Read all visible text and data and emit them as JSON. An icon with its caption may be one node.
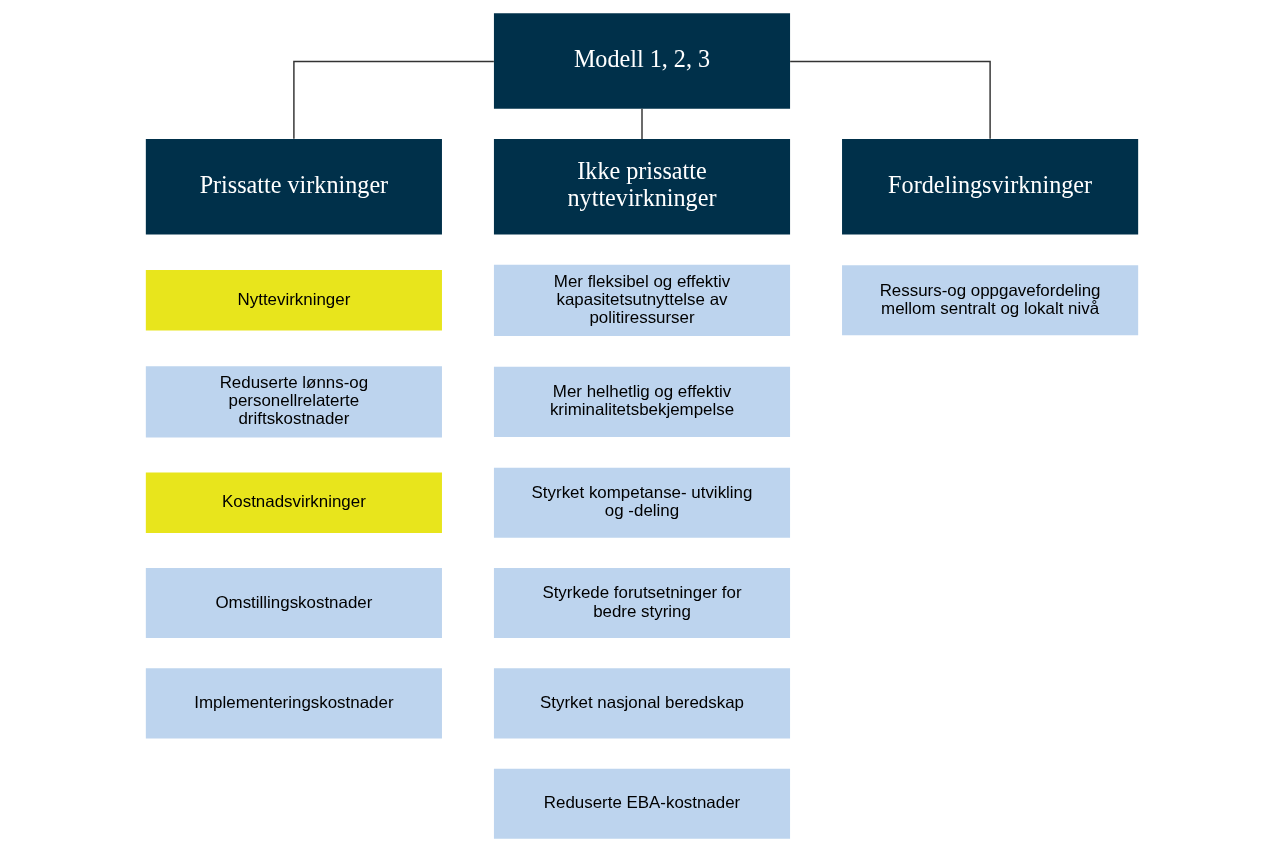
{
  "diagram": {
    "nodes": [
      {
        "text": [
          "Modell 1, 2, 3"
        ]
      },
      {
        "text": [
          "Prissatte virkninger"
        ]
      },
      {
        "text": [
          "Ikke prissatte nyttevirkninger"
        ]
      },
      {
        "text": [
          "Fordelingsvirkninger"
        ]
      },
      {
        "text": [
          "Nyttevirkninger"
        ]
      },
      {
        "text": [
          "Reduserte lønns-og personellrelaterte driftskostnader"
        ]
      },
      {
        "text": [
          "Kostnadsvirkninger"
        ]
      },
      {
        "text": [
          "Omstillingskostnader"
        ]
      },
      {
        "text": [
          "Implementeringskostnader"
        ]
      },
      {
        "text": [
          "Mer fleksibel og effektiv kapasitetsutnyttelse av politiressurser"
        ]
      },
      {
        "text": [
          "Mer helhetlig og effektiv kriminalitetsbekjempelse"
        ]
      },
      {
        "text": [
          "Styrket kompetanse- utvikling og -deling"
        ]
      },
      {
        "text": [
          "Styrkede forutsetninger for bedre styring"
        ]
      },
      {
        "text": [
          "Styrket nasjonal beredskap"
        ]
      },
      {
        "text": [
          "Reduserte EBA-kostnader"
        ]
      },
      {
        "text": [
          "Ressurs-og oppgavefordeling mellom sentralt og lokalt nivå"
        ]
      }
    ],
    "edges": [
      {
        "from": 0,
        "to": 1,
        "arrow": "none"
      },
      {
        "from": 0,
        "to": 2,
        "arrow": "none"
      },
      {
        "from": 0,
        "to": 3,
        "arrow": "none"
      }
    ]
  }
}
